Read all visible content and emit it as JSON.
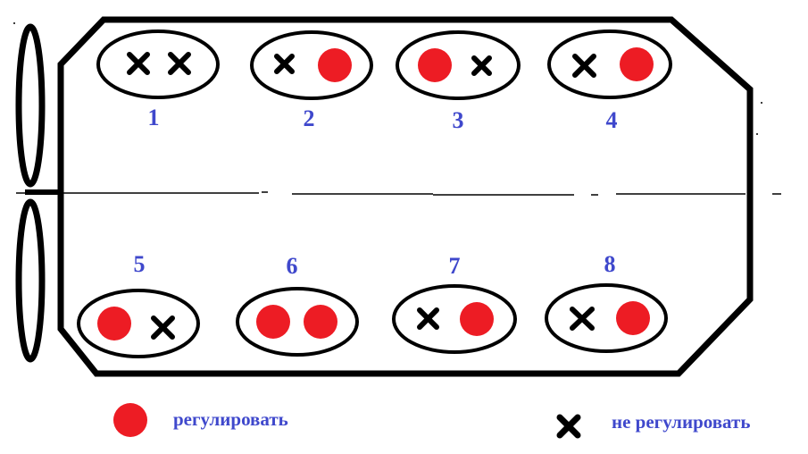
{
  "colors": {
    "outline": "#000000",
    "adjust": "#ed1c24",
    "label": "#3f48cc",
    "background": "#ffffff"
  },
  "cylinders": [
    {
      "number": "1",
      "valves": [
        "x",
        "x"
      ]
    },
    {
      "number": "2",
      "valves": [
        "x",
        "dot"
      ]
    },
    {
      "number": "3",
      "valves": [
        "dot",
        "x"
      ]
    },
    {
      "number": "4",
      "valves": [
        "x",
        "dot"
      ]
    },
    {
      "number": "5",
      "valves": [
        "dot",
        "x"
      ]
    },
    {
      "number": "6",
      "valves": [
        "dot",
        "dot"
      ]
    },
    {
      "number": "7",
      "valves": [
        "x",
        "dot"
      ]
    },
    {
      "number": "8",
      "valves": [
        "x",
        "dot"
      ]
    }
  ],
  "legend": {
    "adjust": {
      "icon": "red-dot-icon",
      "label": "регулировать"
    },
    "no_adjust": {
      "icon": "cross-icon",
      "label": "не регулировать"
    }
  }
}
